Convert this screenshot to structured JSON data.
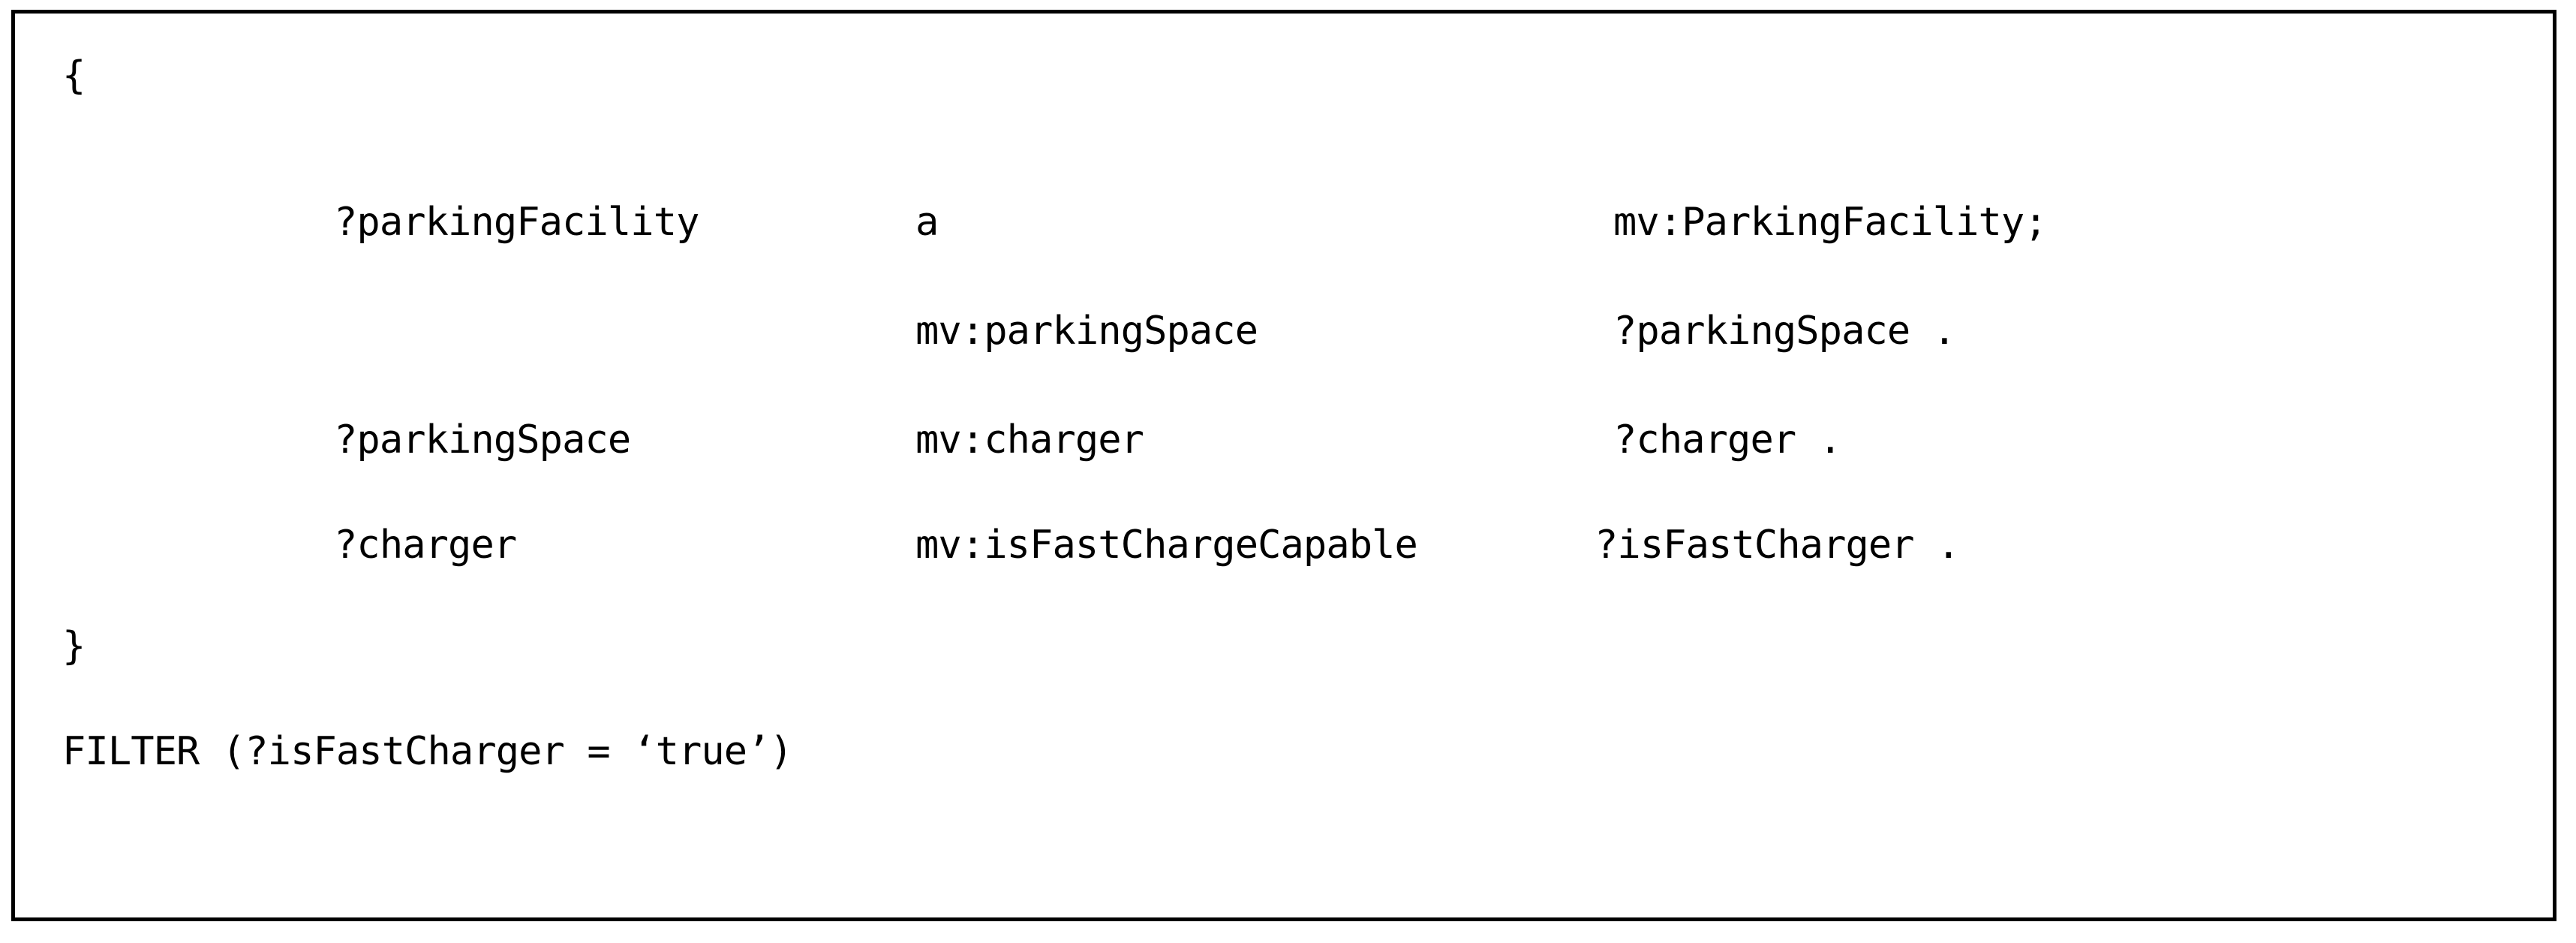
{
  "figure": {
    "type": "code-block",
    "language": "SPARQL",
    "border_color": "#000000",
    "background_color": "#ffffff",
    "text_color": "#000000"
  },
  "code": {
    "open_brace": "{",
    "close_brace": "}",
    "lines": [
      {
        "id": "line-open-brace",
        "subject": "{",
        "predicate": "",
        "object": ""
      },
      {
        "id": "line-parking-facility-type",
        "subject": "?parkingFacility",
        "predicate": "a",
        "object": "mv:ParkingFacility;"
      },
      {
        "id": "line-parking-facility-space",
        "subject": "",
        "predicate": "mv:parkingSpace",
        "object": "?parkingSpace ."
      },
      {
        "id": "line-parking-space-charger",
        "subject": "?parkingSpace",
        "predicate": "mv:charger",
        "object": "?charger ."
      },
      {
        "id": "line-charger-fastcharge",
        "subject": "?charger",
        "predicate": "mv:isFastChargeCapable",
        "object": "?isFastCharger ."
      },
      {
        "id": "line-close-brace",
        "subject": "}",
        "predicate": "",
        "object": ""
      }
    ],
    "filter_clause": "FILTER (?isFastCharger = ‘true’)"
  },
  "tokens": {
    "open_brace": "{",
    "close_brace": "}",
    "subject_parking_facility": "?parkingFacility",
    "predicate_a": "a",
    "object_parking_facility_class": "mv:ParkingFacility;",
    "predicate_parking_space": "mv:parkingSpace",
    "object_parking_space_var": "?parkingSpace .",
    "subject_parking_space": "?parkingSpace",
    "predicate_charger": "mv:charger",
    "object_charger_var": "?charger .",
    "subject_charger": "?charger",
    "predicate_is_fast_charge_capable": "mv:isFastChargeCapable",
    "object_is_fast_charger_var": "?isFastCharger .",
    "filter": "FILTER (?isFastCharger = ‘true’)"
  }
}
